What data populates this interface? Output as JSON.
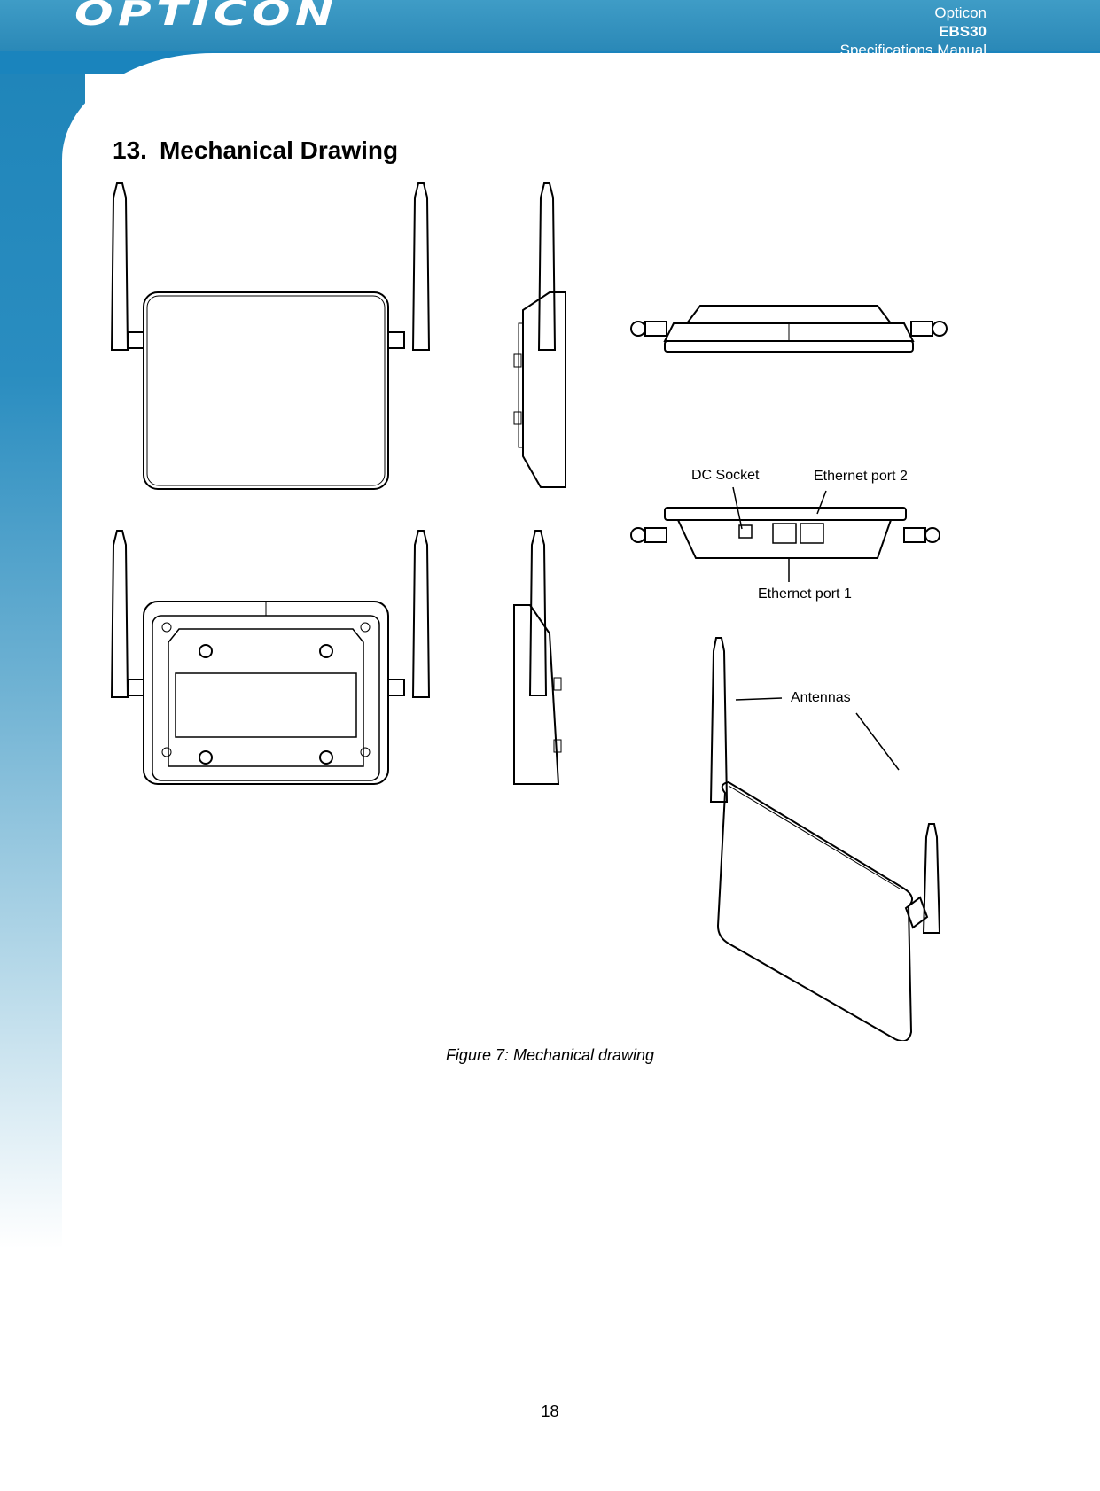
{
  "header": {
    "logo_text": "OPTICON",
    "company": "Opticon",
    "product": "EBS30",
    "doc_type": "Specifications Manual"
  },
  "section": {
    "number": "13.",
    "title": "Mechanical Drawing"
  },
  "drawing": {
    "labels": {
      "dc_socket": "DC Socket",
      "ethernet_port_2": "Ethernet port 2",
      "ethernet_port_1": "Ethernet port 1",
      "antennas": "Antennas"
    }
  },
  "caption": "Figure 7: Mechanical drawing",
  "page_number": "18"
}
